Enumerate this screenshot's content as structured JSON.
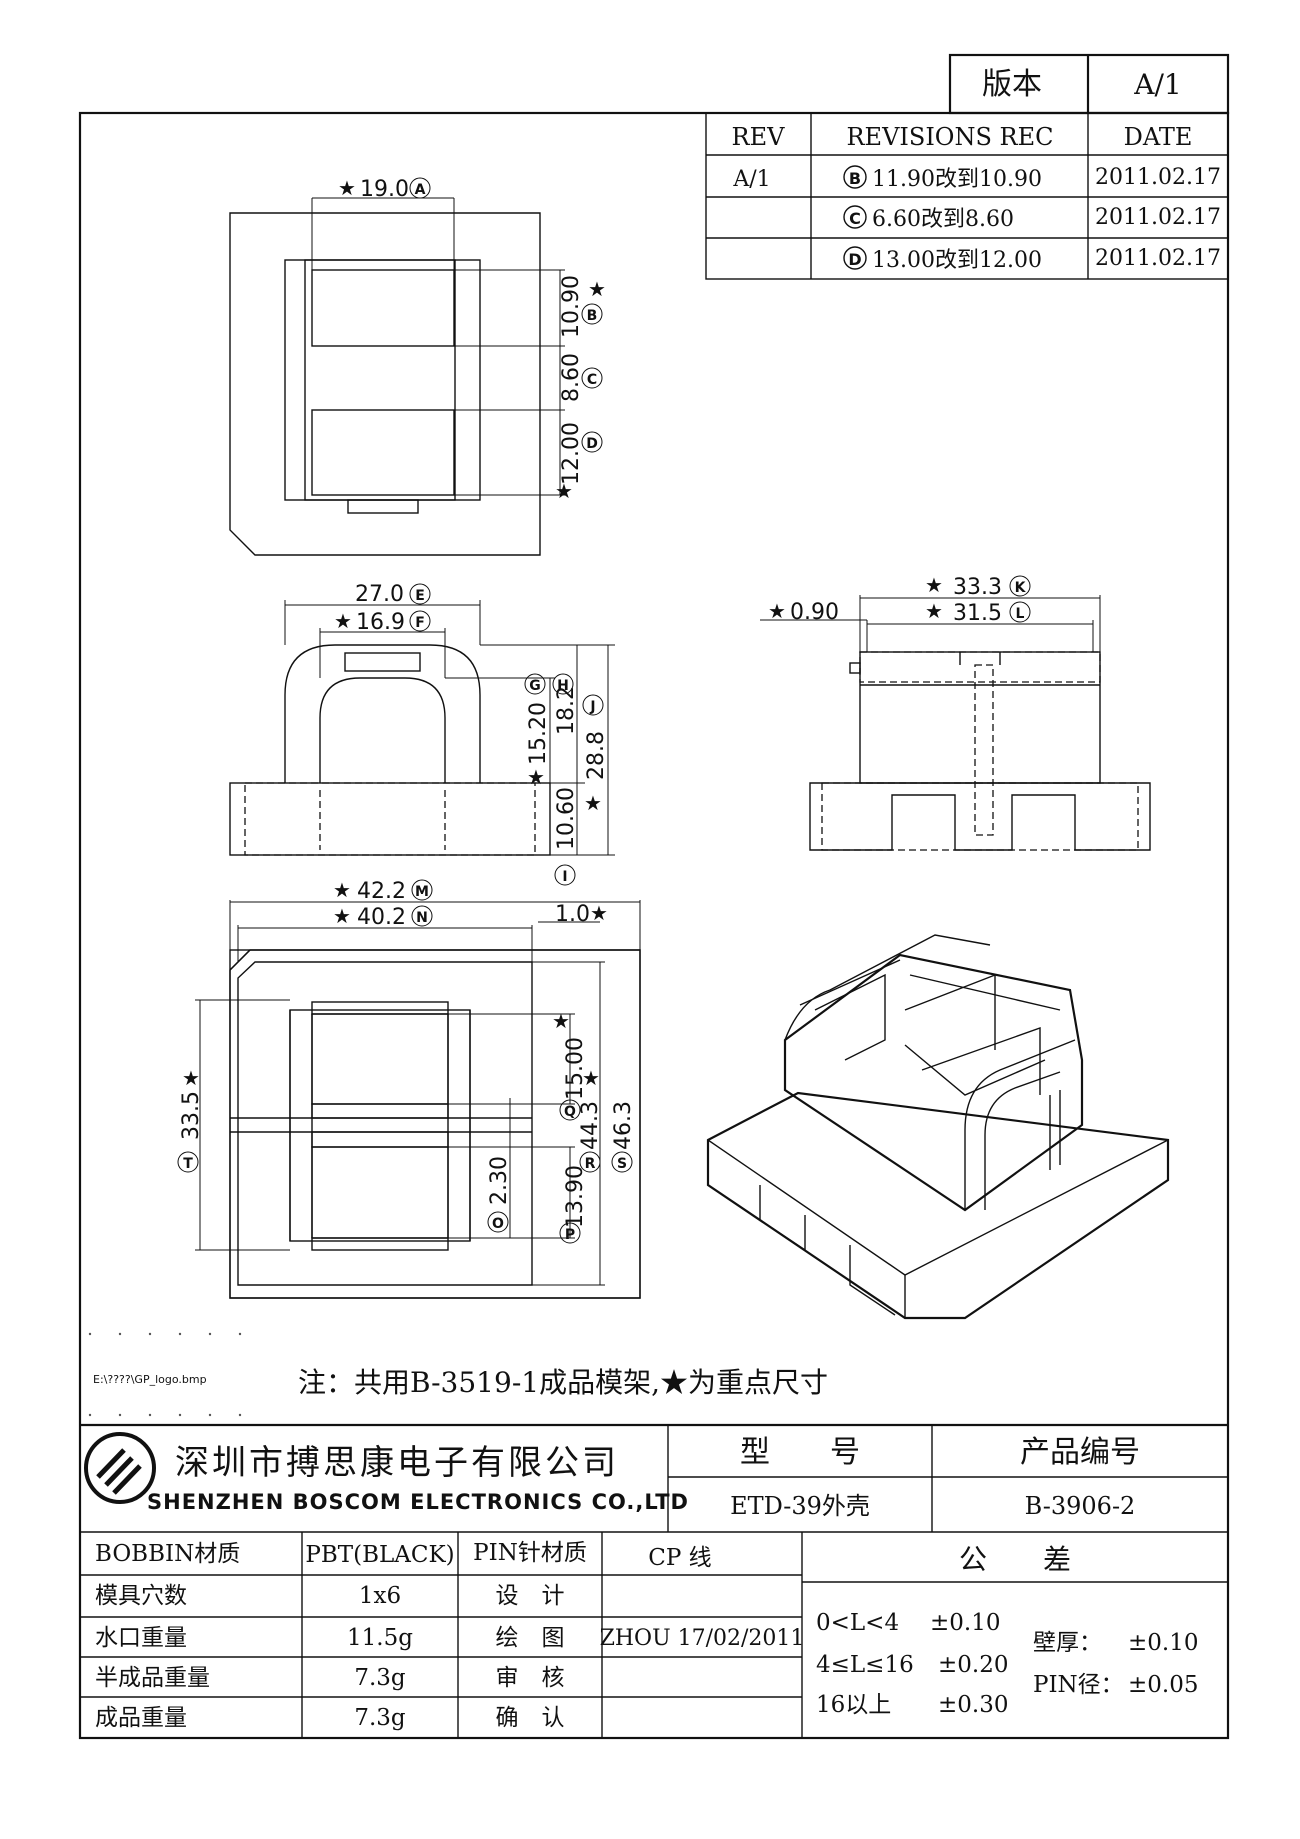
{
  "version_box": {
    "label": "版本",
    "value": "A/1"
  },
  "revisions": {
    "headers": [
      "REV",
      "REVISIONS REC",
      "DATE"
    ],
    "rows": [
      {
        "rev": "A/1",
        "circle": "B",
        "text": "11.90改到10.90",
        "date": "2011.02.17"
      },
      {
        "rev": "",
        "circle": "C",
        "text": "6.60改到8.60",
        "date": "2011.02.17"
      },
      {
        "rev": "",
        "circle": "D",
        "text": "13.00改到12.00",
        "date": "2011.02.17"
      }
    ]
  },
  "dimensions": {
    "A": "19.0",
    "B": "10.90",
    "C": "8.60",
    "D": "12.00",
    "E": "27.0",
    "F": "16.9",
    "G": "15.20",
    "H": "18.2",
    "I": "10.60",
    "J": "28.8",
    "K": "33.3",
    "L": "31.5",
    "side_offset": "0.90",
    "M": "42.2",
    "N": "40.2",
    "wall": "1.0",
    "O": "2.30",
    "P": "13.90",
    "Q": "15.00",
    "R": "44.3",
    "S": "46.3",
    "T": "33.5"
  },
  "circle_letters": {
    "A": "A",
    "B": "B",
    "C": "C",
    "D": "D",
    "E": "E",
    "F": "F",
    "G": "G",
    "H": "H",
    "I": "I",
    "J": "J",
    "K": "K",
    "L": "L",
    "M": "M",
    "N": "N",
    "O": "O",
    "P": "P",
    "Q": "Q",
    "R": "R",
    "S": "S",
    "T": "T"
  },
  "star": "★",
  "logo_path": "E:\\????\\GP_logo.bmp",
  "note": "注：共用B-3519-1成品模架,★为重点尺寸",
  "company": {
    "cn": "深圳市搏思康电子有限公司",
    "en": "SHENZHEN BOSCOM ELECTRONICS CO.,LTD"
  },
  "model": {
    "label": "型　　号",
    "value": "ETD-39外壳"
  },
  "product_no": {
    "label": "产品编号",
    "value": "B-3906-2"
  },
  "specs": {
    "bobbin_material_label": "BOBBIN材质",
    "bobbin_material": "PBT(BLACK)",
    "pin_material_label": "PIN针材质",
    "pin_material": "CP 线",
    "cavities_label": "模具穴数",
    "cavities": "1x6",
    "runner_weight_label": "水口重量",
    "runner_weight": "11.5g",
    "semi_weight_label": "半成品重量",
    "semi_weight": "7.3g",
    "final_weight_label": "成品重量",
    "final_weight": "7.3g"
  },
  "signoff": {
    "design_label": "设　计",
    "design": "",
    "drawing_label": "绘　图",
    "drawing": "ZHOU 17/02/2011",
    "review_label": "审　核",
    "review": "",
    "confirm_label": "确　认",
    "confirm": ""
  },
  "tolerance": {
    "title": "公　　差",
    "rows": [
      {
        "range": "0<L<4",
        "tol": "±0.10"
      },
      {
        "range": "4≤L≤16",
        "tol": "±0.20"
      },
      {
        "range": "16以上",
        "tol": "±0.30"
      }
    ],
    "wall_label": "壁厚：",
    "wall": "±0.10",
    "pin_label": "PIN径：",
    "pin": "±0.05"
  }
}
